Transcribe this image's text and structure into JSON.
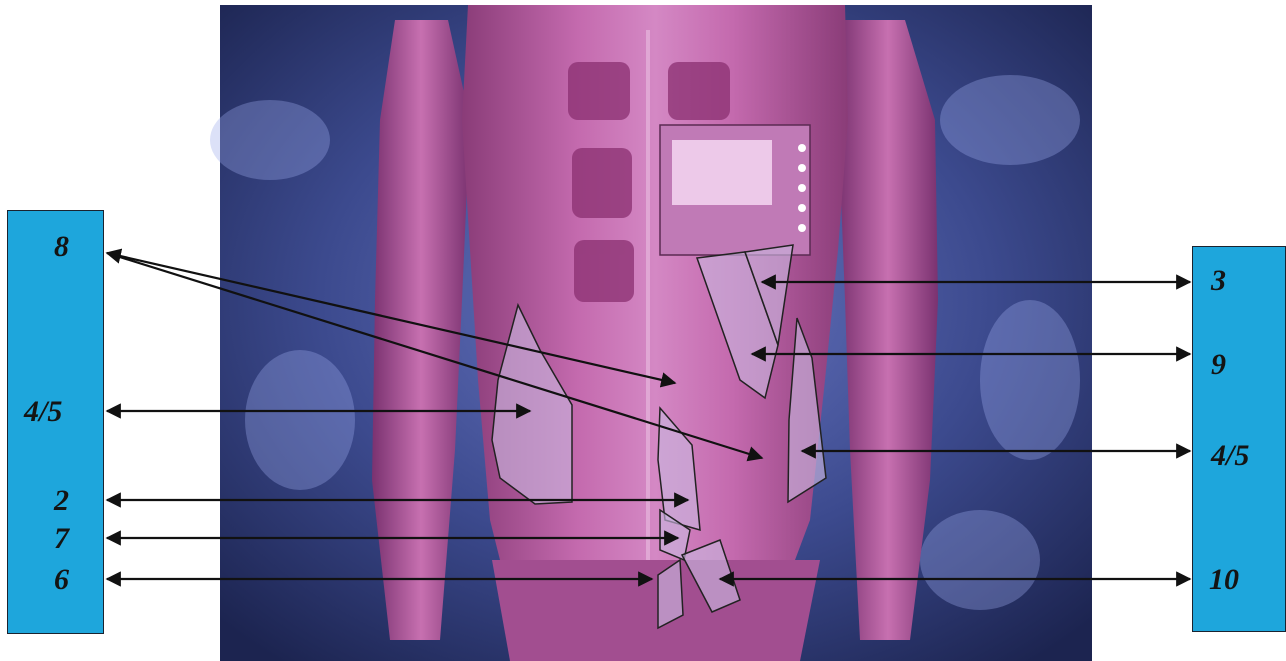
{
  "colors": {
    "panel": "#1ea6dc",
    "background_blue": "#4a5aa6",
    "muscle": "#b05a9a",
    "highlight": "#c9b4dd",
    "arrow": "#111111"
  },
  "left_labels": [
    "8",
    "4/5",
    "2",
    "7",
    "6"
  ],
  "right_labels": [
    "3",
    "9",
    "4/5",
    "10"
  ]
}
